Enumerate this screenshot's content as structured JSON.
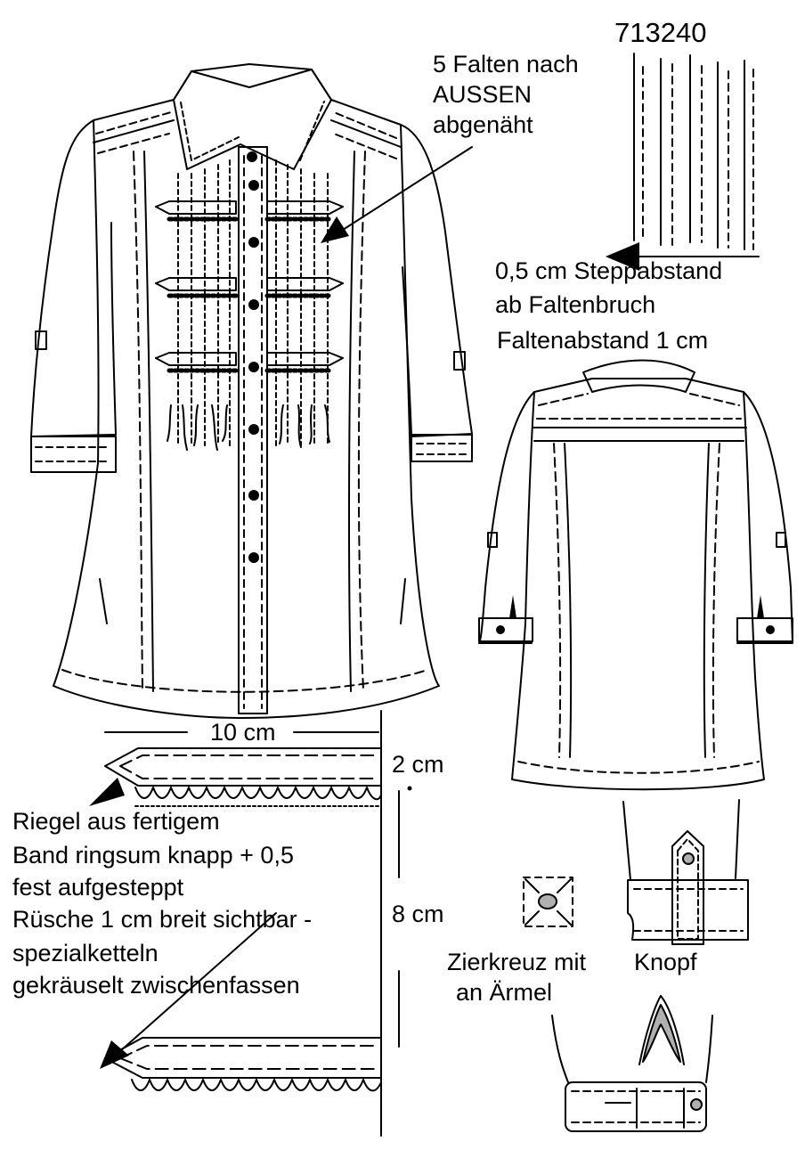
{
  "model_number": "713240",
  "labels": {
    "pleats_note": [
      "5 Falten nach",
      "AUSSEN",
      "abgenäht"
    ],
    "stitch_distance": "0,5 cm Steppabstand",
    "from_fold": "ab Faltenbruch",
    "pleat_spacing": "Faltenabstand 1 cm",
    "width_10cm": "10 cm",
    "height_2cm": "2 cm",
    "height_8cm": "8 cm",
    "tab_note": [
      "Riegel aus fertigem",
      "Band ringsum knapp + 0,5",
      "fest aufgesteppt",
      "Rüsche 1 cm breit sichtbar -",
      "spezialketteln",
      "gekräuselt zwischenfassen"
    ],
    "deco_cross": [
      "Zierkreuz mit",
      "an Ärmel"
    ],
    "button": "Knopf"
  },
  "colors": {
    "ink": "#000000",
    "paper": "#ffffff",
    "shade": "#b0b0b0"
  }
}
